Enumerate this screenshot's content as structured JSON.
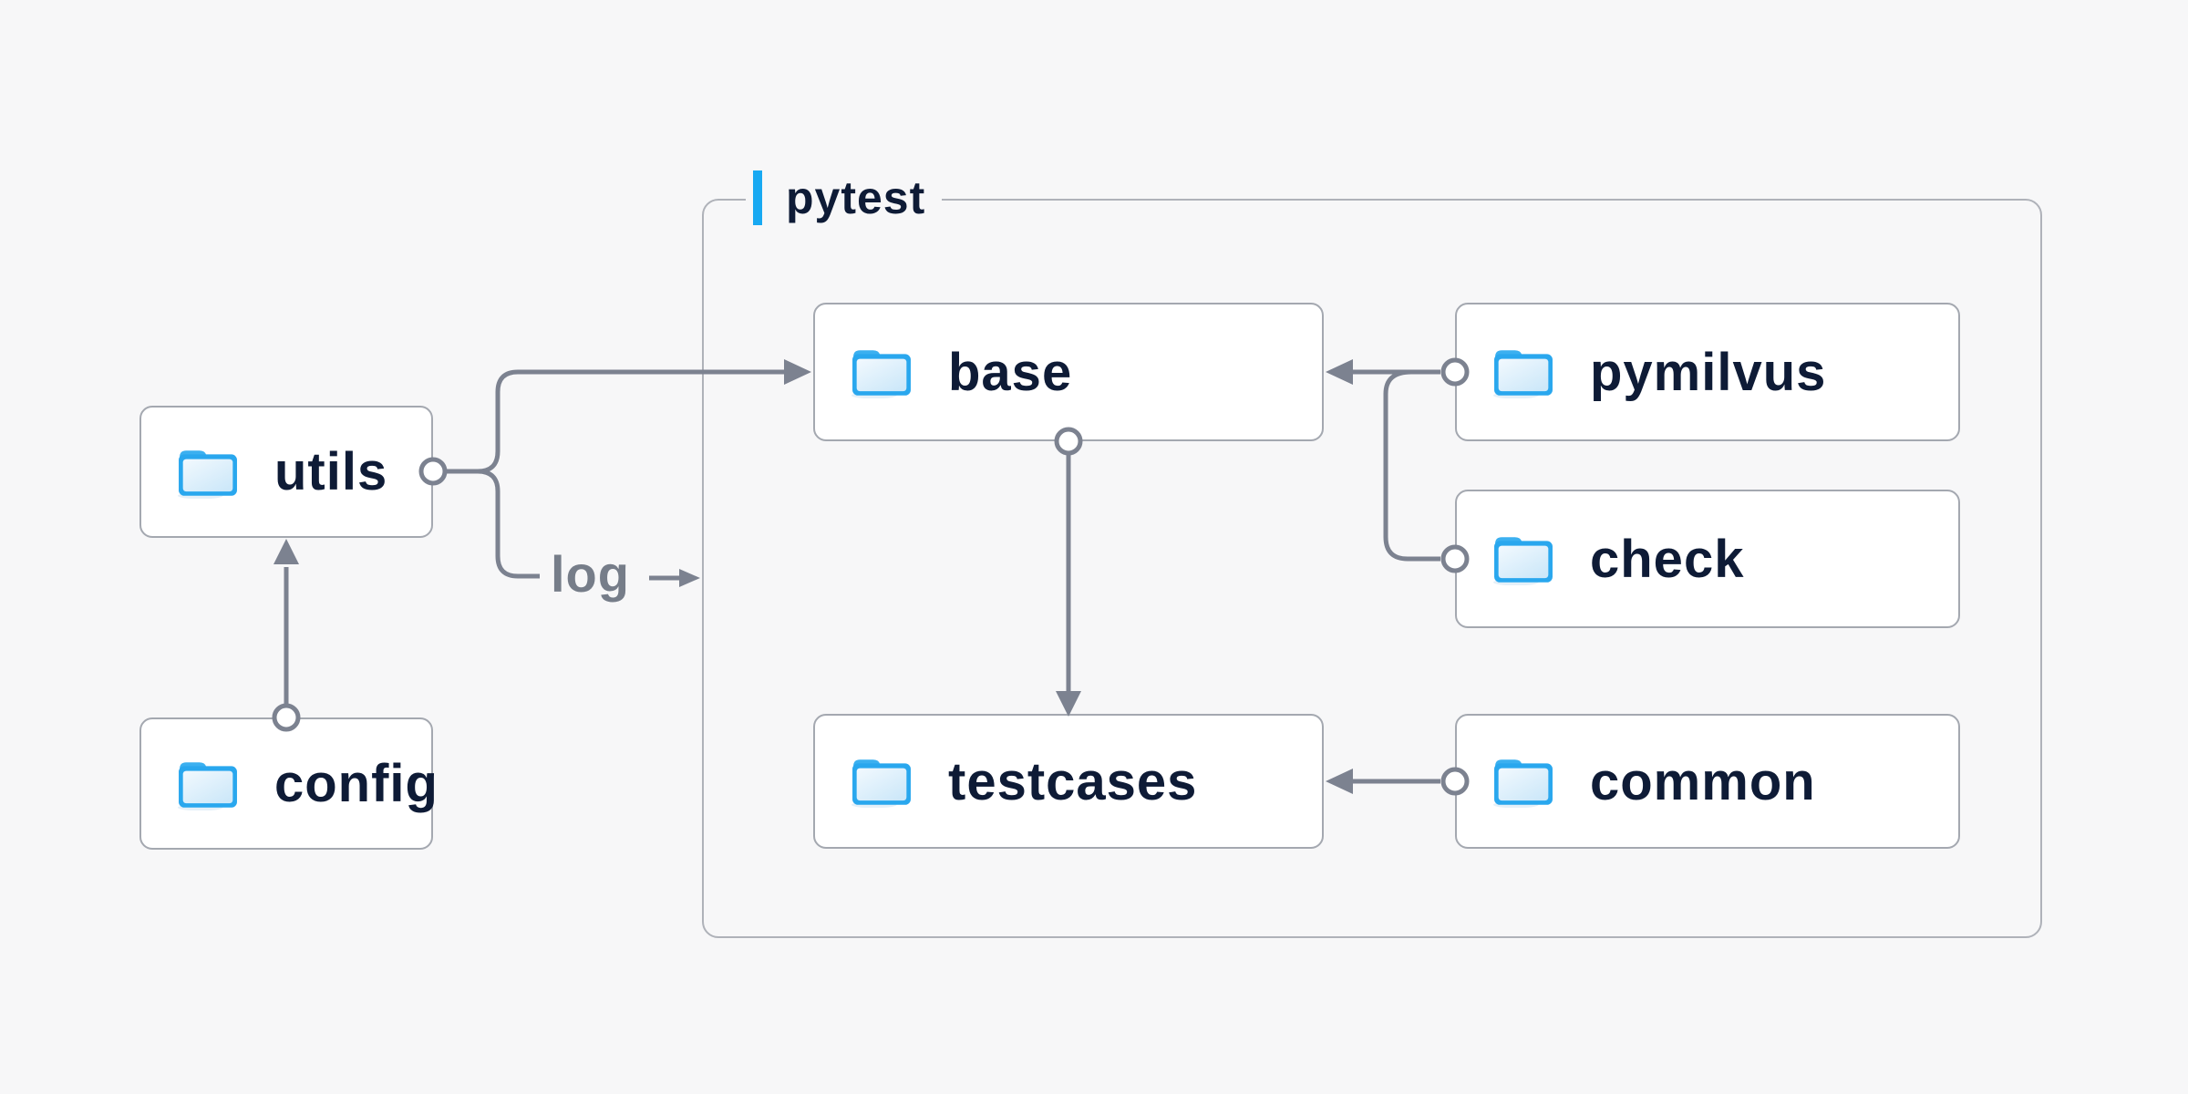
{
  "diagram": {
    "container": {
      "label": "pytest"
    },
    "nodes": [
      {
        "id": "utils",
        "label": "utils",
        "icon": "folder-icon"
      },
      {
        "id": "config",
        "label": "config",
        "icon": "folder-icon"
      },
      {
        "id": "base",
        "label": "base",
        "icon": "folder-icon"
      },
      {
        "id": "pymilvus",
        "label": "pymilvus",
        "icon": "folder-icon"
      },
      {
        "id": "check",
        "label": "check",
        "icon": "folder-icon"
      },
      {
        "id": "testcases",
        "label": "testcases",
        "icon": "folder-icon"
      },
      {
        "id": "common",
        "label": "common",
        "icon": "folder-icon"
      }
    ],
    "edges": [
      {
        "from": "utils",
        "to": "base",
        "label": ""
      },
      {
        "from": "utils",
        "to": "pytest-container",
        "label": "log"
      },
      {
        "from": "config",
        "to": "utils",
        "label": ""
      },
      {
        "from": "base",
        "to": "testcases",
        "label": ""
      },
      {
        "from": "pymilvus",
        "to": "base",
        "label": ""
      },
      {
        "from": "check",
        "to": "base",
        "label": ""
      },
      {
        "from": "common",
        "to": "testcases",
        "label": ""
      }
    ]
  },
  "colors": {
    "background": "#f7f7f8",
    "node-fill": "#ffffff",
    "node-border": "#a4a8b0",
    "container-border": "#afb2b9",
    "connector": "#7c8290",
    "text": "#0e1b36",
    "muted-text": "#767d89",
    "accent-blue": "#18a9f2"
  }
}
